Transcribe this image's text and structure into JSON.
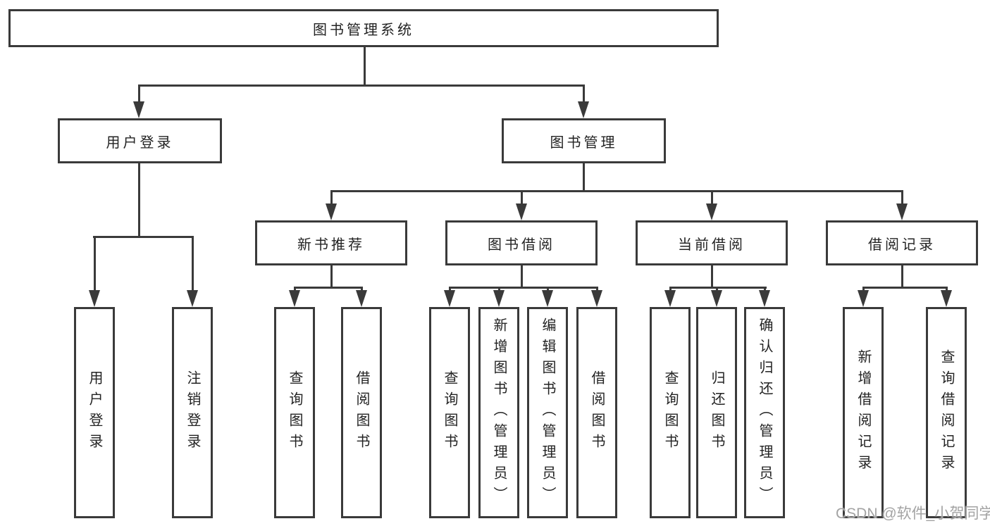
{
  "diagram_type": "tree",
  "title": "图书管理系统",
  "tree": {
    "label": "图书管理系统",
    "children": [
      {
        "label": "用户登录",
        "children": [
          {
            "label": "用户登录"
          },
          {
            "label": "注销登录"
          }
        ]
      },
      {
        "label": "图书管理",
        "children": [
          {
            "label": "新书推荐",
            "children": [
              {
                "label": "查询图书"
              },
              {
                "label": "借阅图书"
              }
            ]
          },
          {
            "label": "图书借阅",
            "children": [
              {
                "label": "查询图书"
              },
              {
                "label": "新增图书（管理员）"
              },
              {
                "label": "编辑图书（管理员）"
              },
              {
                "label": "借阅图书"
              }
            ]
          },
          {
            "label": "当前借阅",
            "children": [
              {
                "label": "查询图书"
              },
              {
                "label": "归还图书"
              },
              {
                "label": "确认归还（管理员）"
              }
            ]
          },
          {
            "label": "借阅记录",
            "children": [
              {
                "label": "新增借阅记录"
              },
              {
                "label": "查询借阅记录"
              }
            ]
          }
        ]
      }
    ]
  },
  "watermark": "CSDN @软件_小贺同学",
  "colors": {
    "line": "#3a3a3a",
    "text": "#232323",
    "watermark": "#a3a3a3",
    "background": "#ffffff"
  }
}
